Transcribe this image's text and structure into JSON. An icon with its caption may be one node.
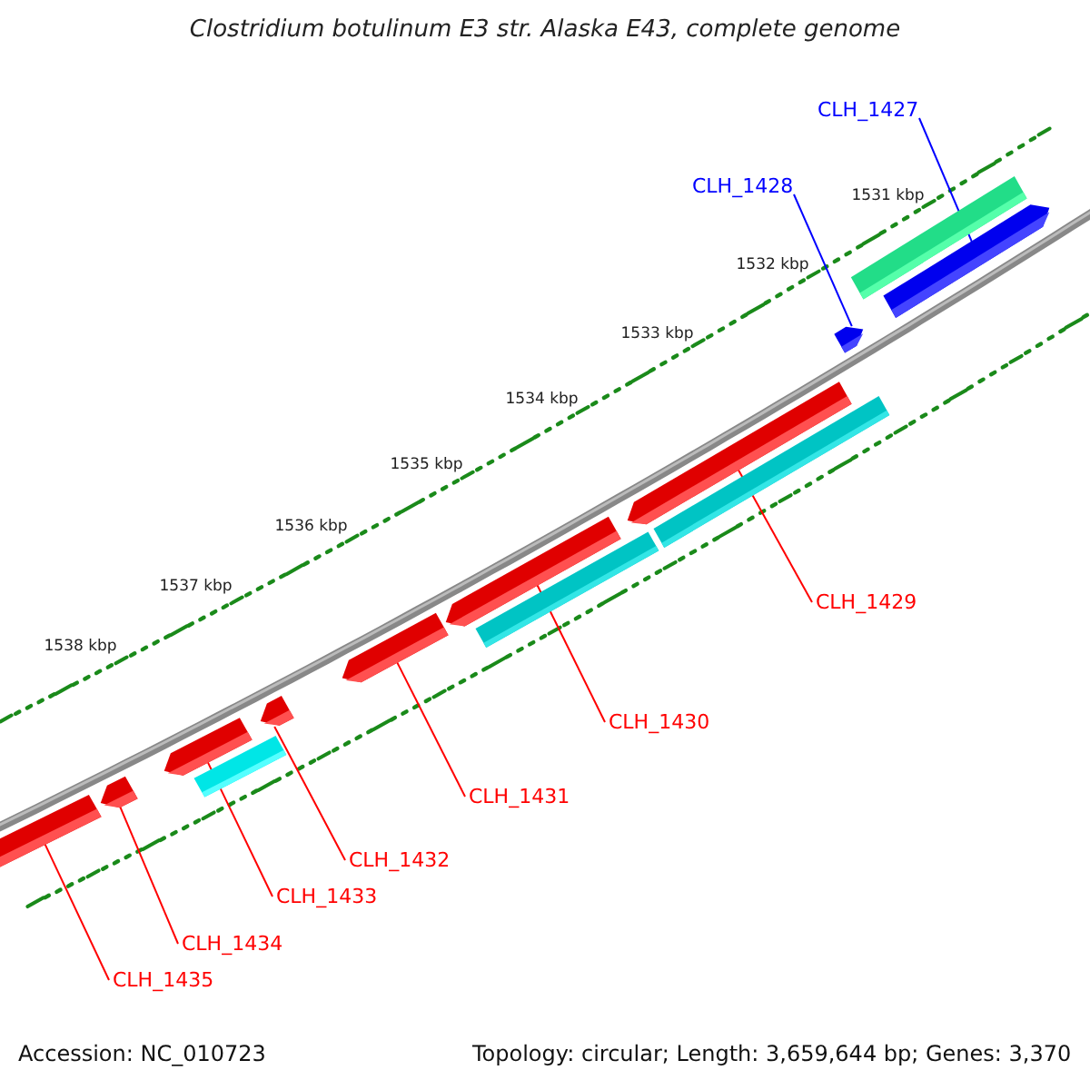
{
  "diagram": {
    "title": "Clostridium botulinum E3 str. Alaska E43, complete genome",
    "nodes": [
      {
        "text": [
          "CLH_1427"
        ]
      },
      {
        "text": [],
        "shape": "bar"
      },
      {
        "text": [
          "CLH_1428"
        ]
      },
      {
        "text": [],
        "shape": "bar"
      },
      {
        "text": [
          "CLH_1429"
        ]
      },
      {
        "text": [],
        "shape": "bar"
      },
      {
        "text": [
          "CLH_1430"
        ]
      },
      {
        "text": [],
        "shape": "bar"
      },
      {
        "text": [
          "CLH_1431"
        ]
      },
      {
        "text": [],
        "shape": "bar"
      },
      {
        "text": [
          "CLH_1432"
        ]
      },
      {
        "text": [],
        "shape": "bar"
      },
      {
        "text": [
          "CLH_1433"
        ]
      },
      {
        "text": [],
        "shape": "bar"
      },
      {
        "text": [
          "CLH_1434"
        ]
      },
      {
        "text": [],
        "shape": "bar"
      },
      {
        "text": [
          "CLH_1435"
        ]
      },
      {
        "text": [],
        "shape": "bar"
      }
    ],
    "edges": [
      {
        "from": 0,
        "to": 1,
        "arrow": "none",
        "color": "#0000ff"
      },
      {
        "from": 2,
        "to": 3,
        "arrow": "none",
        "color": "#0000ff"
      },
      {
        "from": 4,
        "to": 5,
        "arrow": "none"
      },
      {
        "from": 6,
        "to": 7,
        "arrow": "none"
      },
      {
        "from": 8,
        "to": 9,
        "arrow": "none"
      },
      {
        "from": 10,
        "to": 11,
        "arrow": "none"
      },
      {
        "from": 12,
        "to": 13,
        "arrow": "none"
      },
      {
        "from": 14,
        "to": 15,
        "arrow": "none"
      },
      {
        "from": 16,
        "to": 17,
        "arrow": "none"
      }
    ],
    "labels": [
      "1531 kbp",
      "1532 kbp",
      "1533 kbp",
      "1534 kbp",
      "1535 kbp",
      "1536 kbp",
      "1537 kbp",
      "1538 kbp",
      "Accession: NC_010723",
      "Topology: circular; Length: 3,659,644 bp; Genes: 3,370"
    ]
  }
}
